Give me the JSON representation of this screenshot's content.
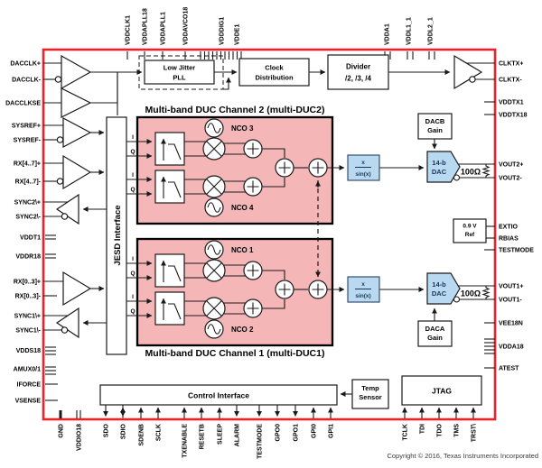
{
  "pins": {
    "top": [
      "VDDCLK1",
      "VDDAPLL18",
      "VDDAPLL1",
      "VDDAVCO18",
      "VDDDIG1",
      "VDDE1",
      "VDDA1",
      "VDDL1_1",
      "VDDL2_1"
    ],
    "left": [
      "DACCLK+",
      "DACCLK-",
      "DACCLKSE",
      "SYSREF+",
      "SYSREF-",
      "RX[4..7]+",
      "RX[4..7]-",
      "SYNC2\\+",
      "SYNC2\\-",
      "VDDT1",
      "VDDR18",
      "RX[0..3]+",
      "RX[0..3]-",
      "SYNC1\\+",
      "SYNC1\\-",
      "VDDS18",
      "AMUX0/1",
      "IFORCE",
      "VSENSE"
    ],
    "right": [
      "CLKTX+",
      "CLKTX-",
      "VDDTX1",
      "VDDTX18",
      "VOUT2+",
      "VOUT2-",
      "EXTIO",
      "RBIAS",
      "TESTMODE",
      "VOUT1+",
      "VOUT1-",
      "VEE18N",
      "VDDA18",
      "ATEST"
    ],
    "bottom": [
      "GND",
      "VDDIO18",
      "SDO",
      "SDIO",
      "SDENB",
      "SCLK",
      "TXENABLE",
      "RESETB",
      "SLEEP",
      "ALARM",
      "TESTMODE",
      "GPO0",
      "GPO1",
      "GPI0",
      "GPI1",
      "TCLK",
      "TDI",
      "TDO",
      "TMS",
      "TRST\\"
    ]
  },
  "blocks": {
    "pll": {
      "l1": "Low Jitter",
      "l2": "PLL"
    },
    "clock_dist": {
      "l1": "Clock",
      "l2": "Distribution"
    },
    "divider": {
      "l1": "Divider",
      "l2": "/2, /3, /4"
    },
    "jesd": "JESD Interface",
    "duc2_title": "Multi-band DUC Channel 2 (multi-DUC2)",
    "duc1_title": "Multi-band DUC Channel 1 (multi-DUC1)",
    "nco1": "NCO 1",
    "nco2": "NCO 2",
    "nco3": "NCO 3",
    "nco4": "NCO 4",
    "iq": {
      "i": "I",
      "q": "Q"
    },
    "sinc": {
      "num": "x",
      "den": "sin(x)"
    },
    "dac": {
      "l1": "14-b",
      "l2": "DAC"
    },
    "dacb": {
      "l1": "DACB",
      "l2": "Gain"
    },
    "daca": {
      "l1": "DACA",
      "l2": "Gain"
    },
    "ref": {
      "l1": "0.9 V",
      "l2": "Ref"
    },
    "res": "100Ω",
    "control": "Control Interface",
    "temp": {
      "l1": "Temp",
      "l2": "Sensor"
    },
    "jtag": "JTAG"
  },
  "footer": {
    "copyright": "Copyright © 2016, Texas Instruments Incorporated"
  },
  "colors": {
    "boundary": "#e8232a",
    "duc_fill": "#f5b6b8",
    "block_blue": "#b9d9f1",
    "text_blue": "#17365d"
  }
}
